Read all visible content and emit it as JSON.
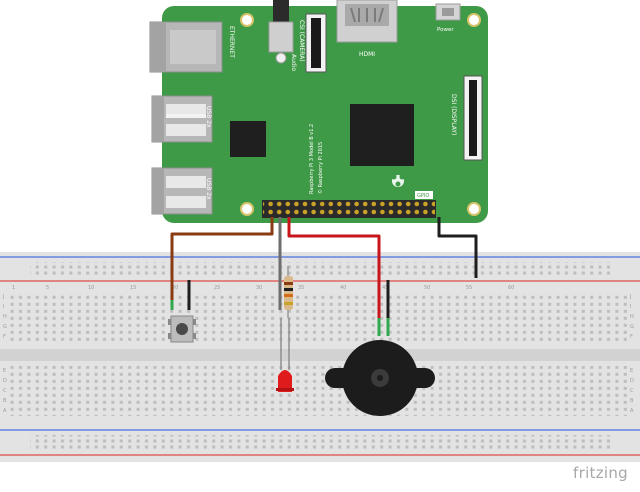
{
  "board": {
    "ethernet": "ETHERNET",
    "usb_top": "USB 2x",
    "usb_bottom": "USB 2x",
    "audio": "Audio",
    "csi": "CSI (CAMERA)",
    "hdmi": "HDMI",
    "power": "Power",
    "dsi": "DSI (DISPLAY)",
    "model_line1": "Raspberry Pi 3 Model B v1.2",
    "model_line2": "© Raspberry Pi 2015",
    "gpio": "GPIO"
  },
  "breadboard": {
    "row_letters_top": [
      "J",
      "I",
      "H",
      "G",
      "F"
    ],
    "row_letters_bottom": [
      "E",
      "D",
      "C",
      "B",
      "A"
    ],
    "column_numbers": [
      "1",
      "5",
      "10",
      "15",
      "20",
      "25",
      "30",
      "35",
      "40",
      "45",
      "50",
      "55",
      "60"
    ]
  },
  "wire_colors": {
    "brown": "#8a3b12",
    "gray": "#6e6e6e",
    "red": "#c8151b",
    "black": "#1e1e1e",
    "green": "#2fa84f",
    "board_green": "#3f9a48",
    "breadboard": "#e6e6e6",
    "rail_red": "#e04b4b",
    "rail_blue": "#4c6fe0"
  },
  "components": {
    "button": "push-button",
    "resistor": "resistor",
    "led": "red-led",
    "buzzer": "piezo-buzzer"
  },
  "brand": "fritzing"
}
